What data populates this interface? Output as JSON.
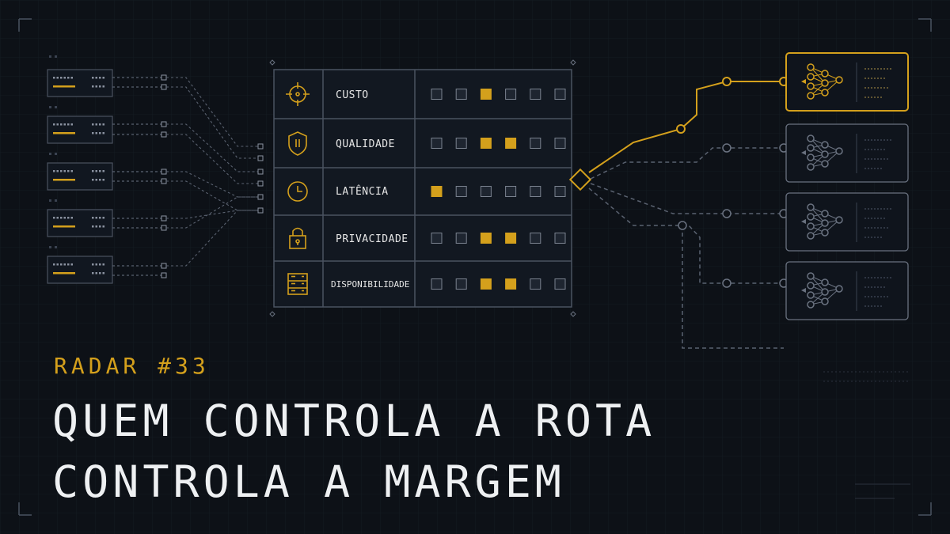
{
  "radar": {
    "eyebrow": "RADAR #33",
    "headline_line1": "QUEM CONTROLA A ROTA",
    "headline_line2": "CONTROLA A MARGEM"
  },
  "criteria": [
    {
      "label": "CUSTO",
      "icon": "crosshair-icon",
      "filled": [
        false,
        false,
        true,
        false,
        false,
        false
      ]
    },
    {
      "label": "QUALIDADE",
      "icon": "shield-icon",
      "filled": [
        false,
        false,
        true,
        true,
        false,
        false
      ]
    },
    {
      "label": "LATÊNCIA",
      "icon": "clock-icon",
      "filled": [
        true,
        false,
        false,
        false,
        false,
        false
      ]
    },
    {
      "label": "PRIVACIDADE",
      "icon": "padlock-icon",
      "filled": [
        false,
        false,
        true,
        true,
        false,
        false
      ]
    },
    {
      "label": "DISPONIBILIDADE",
      "icon": "server-icon",
      "filled": [
        false,
        false,
        true,
        true,
        false,
        false
      ]
    }
  ],
  "colors": {
    "background": "#0d1117",
    "accent": "#d4a01c",
    "line": "#5a6270",
    "text": "#eef0f2"
  },
  "active_route_index": 0
}
